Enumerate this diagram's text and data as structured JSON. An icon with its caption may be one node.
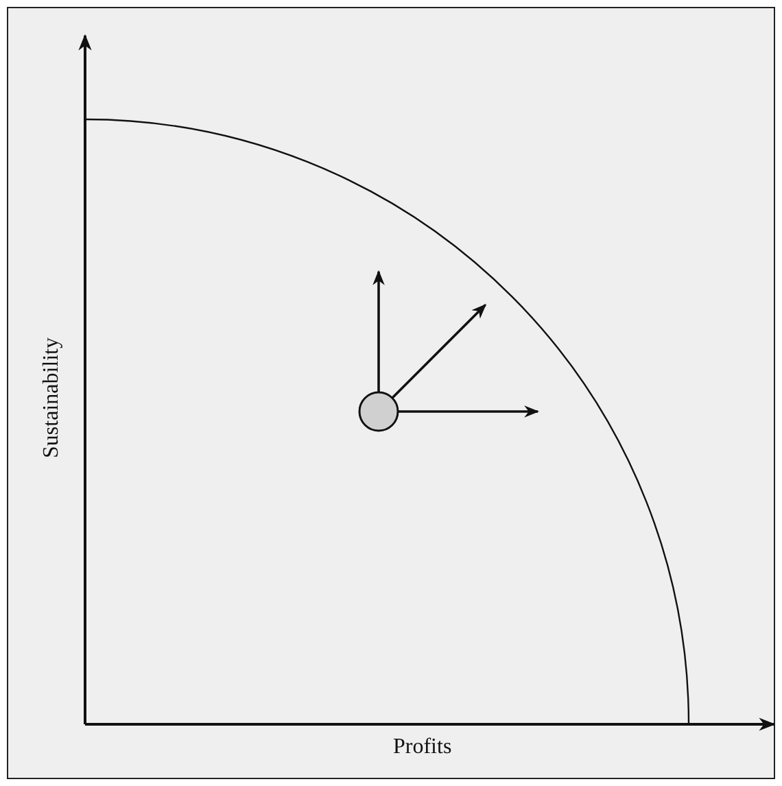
{
  "diagram": {
    "nodes": [
      {
        "text": [],
        "shape": "circle"
      }
    ],
    "labels": [
      "Sustainability",
      "Profits"
    ]
  }
}
